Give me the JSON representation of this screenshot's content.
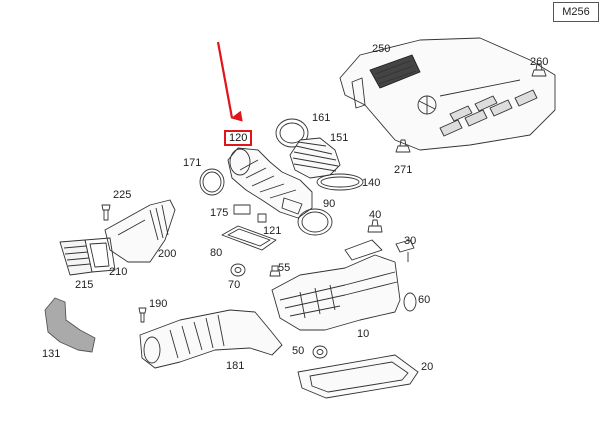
{
  "diagram_code": "M256",
  "highlighted_part": "120",
  "highlight_color": "#e0151b",
  "labels": {
    "p10": "10",
    "p20": "20",
    "p30": "30",
    "p40": "40",
    "p50": "50",
    "p55": "55",
    "p60": "60",
    "p70": "70",
    "p80": "80",
    "p90": "90",
    "p120": "120",
    "p121": "121",
    "p131": "131",
    "p140": "140",
    "p151": "151",
    "p161": "161",
    "p171": "171",
    "p175": "175",
    "p181": "181",
    "p190": "190",
    "p200": "200",
    "p210": "210",
    "p215": "215",
    "p225": "225",
    "p250": "250",
    "p260": "260",
    "p271": "271"
  }
}
